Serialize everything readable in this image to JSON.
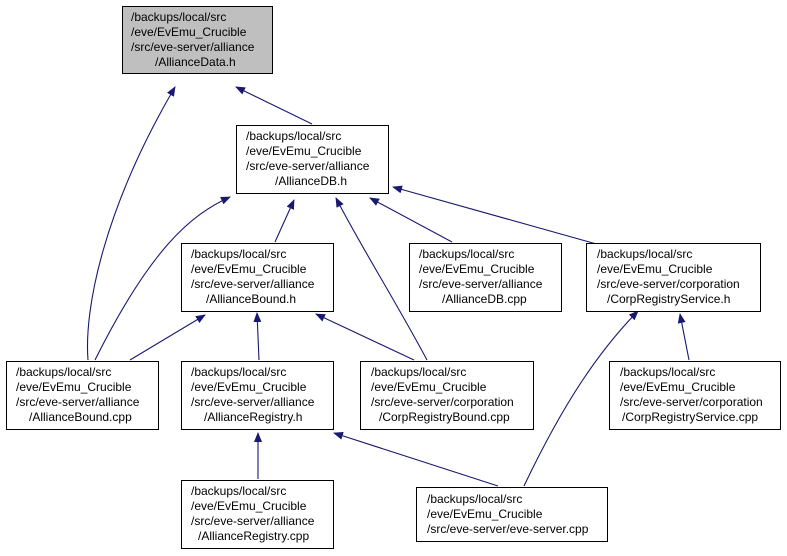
{
  "nodes": {
    "alliance_data_h": [
      "/backups/local/src",
      "/eve/EvEmu_Crucible",
      "/src/eve-server/alliance",
      "/AllianceData.h"
    ],
    "alliance_db_h": [
      "/backups/local/src",
      "/eve/EvEmu_Crucible",
      "/src/eve-server/alliance",
      "/AllianceDB.h"
    ],
    "alliance_bound_h": [
      "/backups/local/src",
      "/eve/EvEmu_Crucible",
      "/src/eve-server/alliance",
      "/AllianceBound.h"
    ],
    "alliance_db_cpp": [
      "/backups/local/src",
      "/eve/EvEmu_Crucible",
      "/src/eve-server/alliance",
      "/AllianceDB.cpp"
    ],
    "corp_registry_service_h": [
      "/backups/local/src",
      "/eve/EvEmu_Crucible",
      "/src/eve-server/corporation",
      "/CorpRegistryService.h"
    ],
    "alliance_bound_cpp": [
      "/backups/local/src",
      "/eve/EvEmu_Crucible",
      "/src/eve-server/alliance",
      "/AllianceBound.cpp"
    ],
    "alliance_registry_h": [
      "/backups/local/src",
      "/eve/EvEmu_Crucible",
      "/src/eve-server/alliance",
      "/AllianceRegistry.h"
    ],
    "corp_registry_bound_cpp": [
      "/backups/local/src",
      "/eve/EvEmu_Crucible",
      "/src/eve-server/corporation",
      "/CorpRegistryBound.cpp"
    ],
    "corp_registry_service_cpp": [
      "/backups/local/src",
      "/eve/EvEmu_Crucible",
      "/src/eve-server/corporation",
      "/CorpRegistryService.cpp"
    ],
    "alliance_registry_cpp": [
      "/backups/local/src",
      "/eve/EvEmu_Crucible",
      "/src/eve-server/alliance",
      "/AllianceRegistry.cpp"
    ],
    "eve_server_cpp": [
      "/backups/local/src",
      "/eve/EvEmu_Crucible",
      "/src/eve-server/eve-server.cpp"
    ]
  },
  "edges": [
    [
      "alliance_db_h",
      "alliance_data_h"
    ],
    [
      "alliance_bound_cpp",
      "alliance_data_h"
    ],
    [
      "alliance_bound_h",
      "alliance_db_h"
    ],
    [
      "alliance_bound_cpp",
      "alliance_db_h"
    ],
    [
      "corp_registry_bound_cpp",
      "alliance_db_h"
    ],
    [
      "alliance_db_cpp",
      "alliance_db_h"
    ],
    [
      "corp_registry_service_h",
      "alliance_db_h"
    ],
    [
      "alliance_bound_cpp",
      "alliance_bound_h"
    ],
    [
      "alliance_registry_h",
      "alliance_bound_h"
    ],
    [
      "corp_registry_bound_cpp",
      "alliance_bound_h"
    ],
    [
      "corp_registry_service_cpp",
      "corp_registry_service_h"
    ],
    [
      "eve_server_cpp",
      "corp_registry_service_h"
    ],
    [
      "alliance_registry_cpp",
      "alliance_registry_h"
    ],
    [
      "eve_server_cpp",
      "alliance_registry_h"
    ]
  ],
  "colors": {
    "edge": "#191970",
    "center_fill": "#bfbfbf",
    "node_fill": "#ffffff",
    "border": "#000000"
  }
}
